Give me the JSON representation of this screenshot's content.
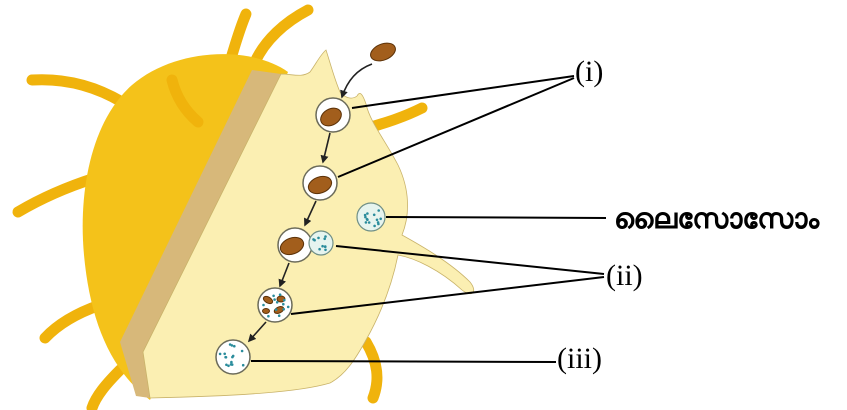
{
  "labels": {
    "i": "(i)",
    "lysosome": "ലൈസോസോം",
    "ii": "(ii)",
    "iii": "(iii)"
  },
  "colors": {
    "cell_outer": "#F4C21A",
    "pseudopod": "#F0B30C",
    "cut_edge": "#D7B87A",
    "cut_face": "#FBEFB2",
    "food": "#A25E1C",
    "vesicle": "#FFFFFF",
    "lysosome": "#E6F4EF",
    "enzyme_dots": "#2A8C9C"
  }
}
